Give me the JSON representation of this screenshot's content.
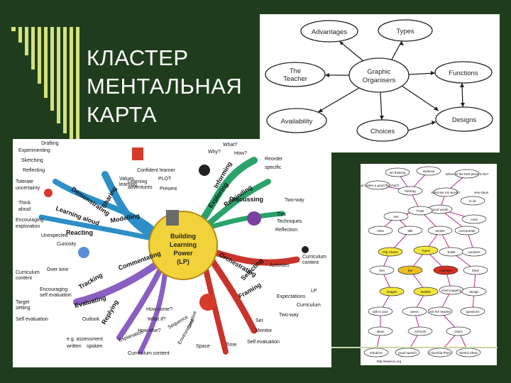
{
  "title_lines": [
    "КЛАСТЕР",
    "МЕНТАЛЬНАЯ",
    "КАРТА"
  ],
  "organiser": {
    "center": [
      "Graphic",
      "Organisers"
    ],
    "advantages": "Advantages",
    "types": "Types",
    "teacher": [
      "The",
      "Teacher"
    ],
    "functions": "Functions",
    "availability": "Availability",
    "choices": "Choices",
    "designs": "Designs"
  },
  "mindmap": {
    "center": [
      "Building",
      "Learning",
      "Power",
      "(LP)"
    ],
    "branches": {
      "modelling": "Modelling",
      "exploring": "Exploring",
      "reminding": "Reminding",
      "discussing": "Discussing",
      "tracking": "Tracking",
      "orchestrating": "Orchestrating",
      "framing": "Framing",
      "evaluating": "Evaluating",
      "commentating": "Commentating",
      "replying": "Replying",
      "learning_aloud": "Learning aloud",
      "reacting": "Reacting",
      "sharing": "Sharing",
      "informing": "Informing",
      "selecting": "Selecting",
      "demonstrating": "Demonstrating"
    },
    "leaves": {
      "drafting": "Drafting",
      "experimenting": "Experimenting",
      "sketching": "Sketching",
      "reflecting": "Reflecting",
      "tolerate": "Tolerate",
      "uncertainty": "uncertainty",
      "think_aloud": "Think",
      "think_aloud2": "aloud",
      "encouraging": "Encouraging",
      "exploration": "exploration",
      "unexpected": "Unexpected",
      "curiosity": "Curiosity",
      "values": "Values",
      "learning": "learning",
      "confident_learner": "Confident learner",
      "learning_adventures": "Learning",
      "learning_adventures2": "adventures",
      "plot": "PLOT",
      "present": "Present",
      "why": "Why?",
      "what": "What?",
      "how": "How?",
      "reorder": "Reorder",
      "specific": "specific",
      "two_way": "Two-way",
      "tips": "Tips",
      "techniques": "Techniques",
      "reflection": "Reflection",
      "activities": "Activities",
      "curriculum_content": "Curriculum",
      "curriculum_content2": "content",
      "expectations": "Expectations",
      "curriculum": "Curriculum",
      "lp": "LP",
      "two_way2": "Two-way",
      "set": "Set",
      "monitor": "Monitor",
      "self_evaluation": "Self evaluation",
      "time": "Time",
      "space": "Space",
      "sequence": "Sequence",
      "environment": "Environment",
      "creative": "Creative",
      "over_time": "Over time",
      "curriculum_content3": "Curriculum",
      "curriculum_content3b": "content",
      "encouraging_self": "Encouraging",
      "encouraging_self2": "self evaluation",
      "target_setting": "Target",
      "target_setting2": "setting",
      "self_evaluation2": "Self evaluation",
      "outlook": "Outlook",
      "how_come": "How come?",
      "what_if": "What if?",
      "how_else": "How else?",
      "explanation": "Explanation",
      "eg_assessment": "e.g. assessment",
      "written": "written",
      "spoken": "spoken",
      "curriculum_content4": "Curriculum content"
    }
  },
  "flowchart": {
    "nodes": [
      "am thinking",
      "dyslexia",
      "Where is the best place to be?",
      "What makes a good flip chart?",
      "thinking",
      "What are my words?",
      "to do",
      "good words",
      "Think",
      "see",
      "relax",
      "talk",
      "tenses",
      "concentrate",
      "mind",
      "Flip Charts",
      "Types",
      "bullet",
      "numbers",
      "feel",
      "fun",
      "solutions",
      "think",
      "Images",
      "Bubble",
      "mind mapping",
      "design",
      "talk to your",
      "peers",
      "ask the teacher",
      "questions",
      "ideas",
      "Schools",
      "Users",
      "Solutions",
      "good speech",
      "Columbia Place",
      "Stretch Ideas",
      "new ideas",
      "http://www.ss.org"
    ]
  }
}
